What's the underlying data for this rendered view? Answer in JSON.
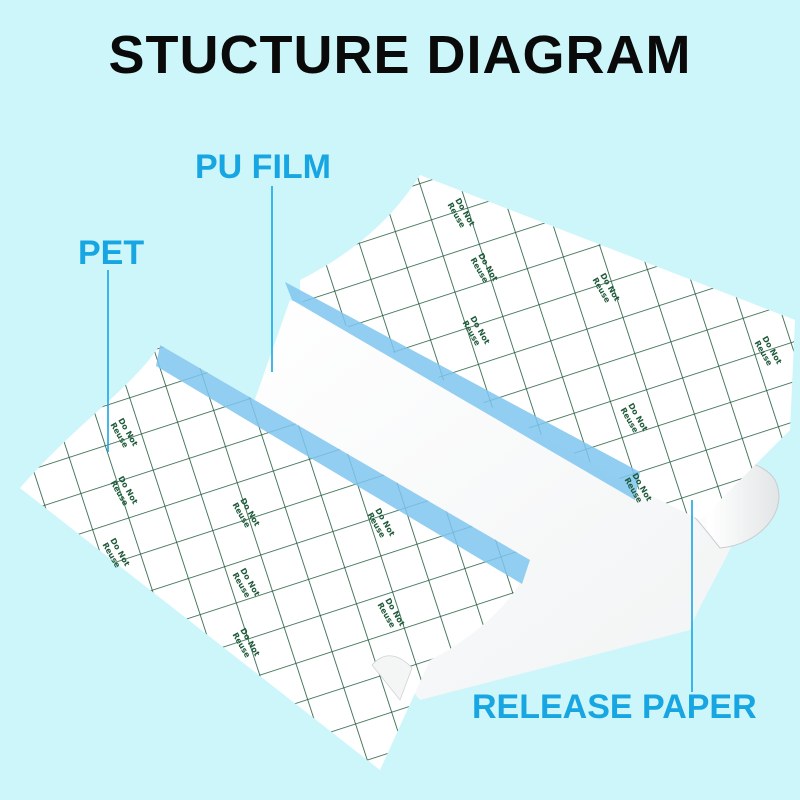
{
  "title": "STUCTURE DIAGRAM",
  "labels": {
    "pu_film": "PU FILM",
    "pet": "PET",
    "release_paper": "RELEASE PAPER"
  },
  "stamps": {
    "line1": "Do Not",
    "line2": "Reuse"
  },
  "colors": {
    "background": "#cdf6fb",
    "label": "#17a6e2",
    "grid": "#1f5a3a",
    "blue_edge": "#7fc6ef",
    "title": "#0a0a0a"
  }
}
